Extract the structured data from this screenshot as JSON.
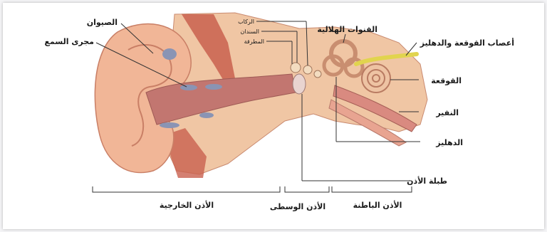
{
  "labels": {
    "pinna": "الصيوان",
    "ear_canal": "مجرى السمع",
    "stapes": "الركاب",
    "incus": "السندان",
    "malleus": "المطرقة",
    "semicircular_canals": "القنوات الهلالية",
    "cochlear_vestibular_nerves": "أعصاب القوقعة والدهليز",
    "cochlea": "القوقعة",
    "tube": "النفير",
    "vestibule": "الدهليز",
    "eardrum": "طبلة الأذن"
  },
  "sections": {
    "outer": "الأذن الخارجية",
    "middle": "الأذن الوسطى",
    "inner": "الأذن الباطنة"
  },
  "colors": {
    "skin": "#f1b79a",
    "flesh": "#e89a86",
    "muscle": "#c65d4f",
    "bone": "#f0c9a0",
    "canal": "#c87c75",
    "nerve": "#e4d650",
    "cartilage": "#8d96b5"
  }
}
